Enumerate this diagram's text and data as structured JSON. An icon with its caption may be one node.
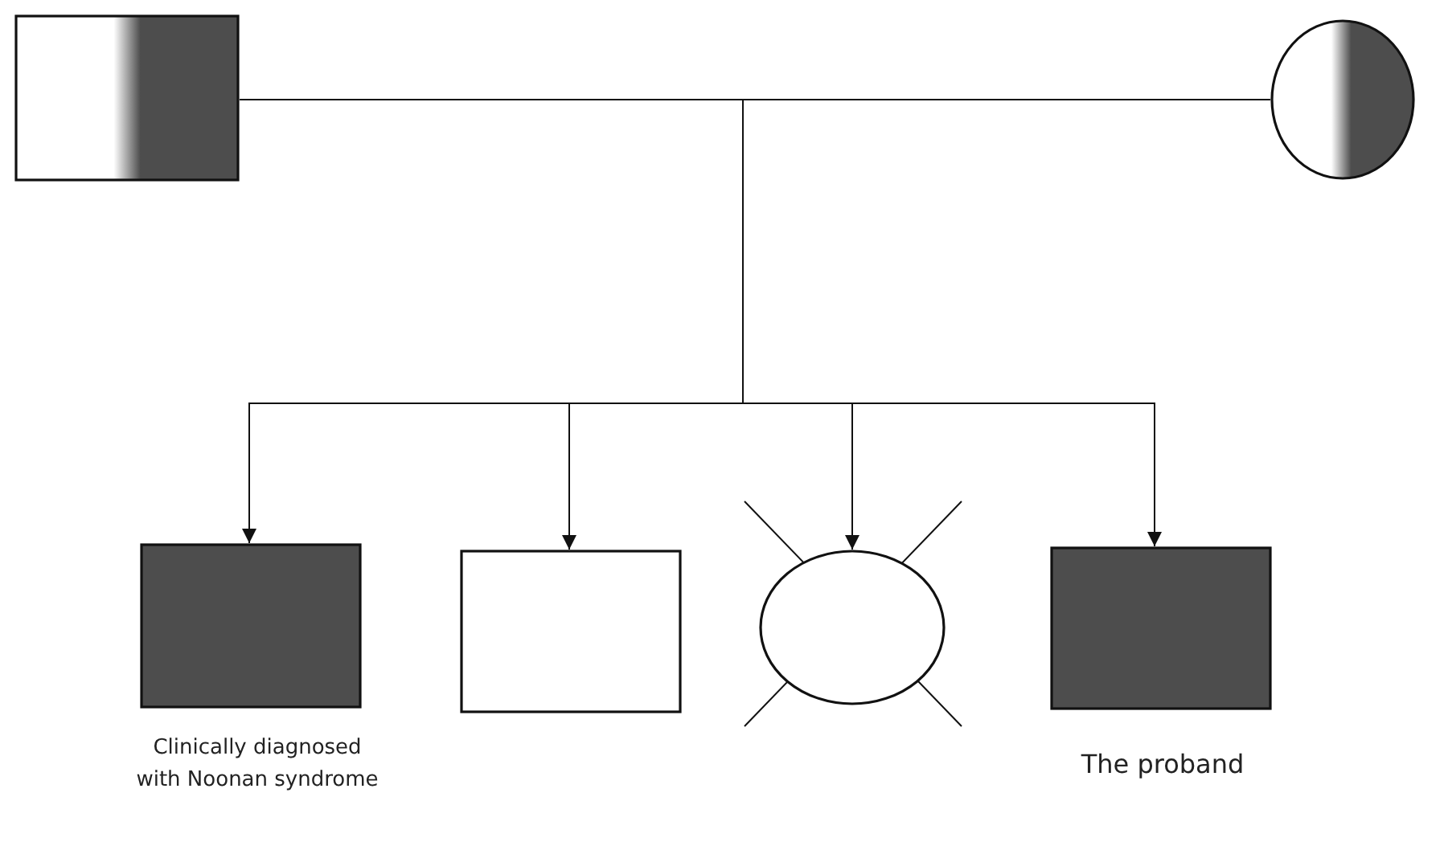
{
  "diagram": {
    "nodes": [
      {
        "text": [],
        "shape": "box"
      },
      {
        "text": [],
        "shape": "circle"
      },
      {
        "text": [],
        "shape": "box",
        "beside": [
          "Clinically diagnosed with Noonan syndrome"
        ]
      },
      {
        "text": [],
        "shape": "box"
      },
      {
        "text": [],
        "shape": "circle"
      },
      {
        "text": [],
        "shape": "box",
        "beside": [
          "The proband"
        ]
      }
    ],
    "edges": [
      {
        "from": 0,
        "to": 1,
        "arrow": "none"
      },
      {
        "from": null,
        "to": 2,
        "arrow": "to"
      },
      {
        "from": null,
        "to": 3,
        "arrow": "to"
      },
      {
        "from": null,
        "to": 4,
        "arrow": "to"
      },
      {
        "from": null,
        "to": 5,
        "arrow": "to"
      }
    ]
  }
}
